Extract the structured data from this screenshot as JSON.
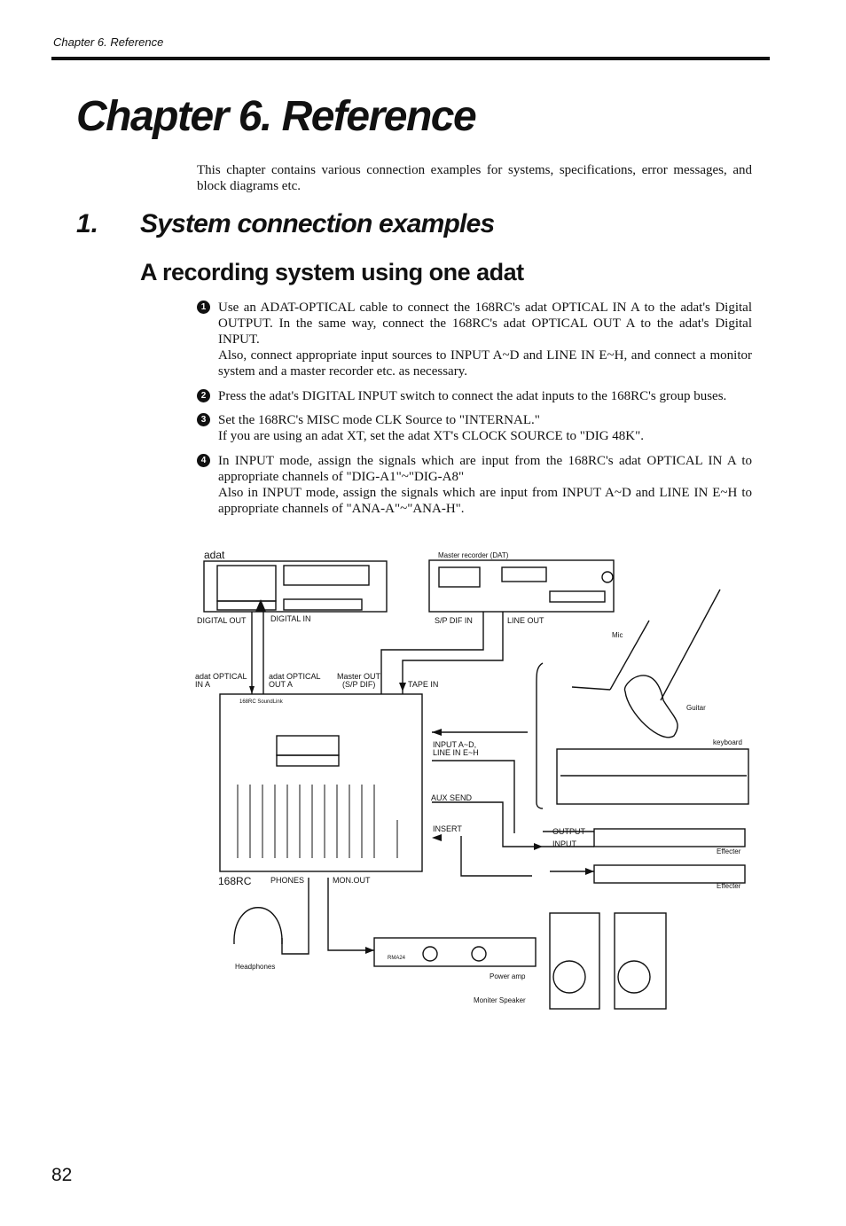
{
  "header": {
    "running_head": "Chapter 6. Reference"
  },
  "chapter_title": "Chapter 6. Reference",
  "intro": "This chapter contains various connection examples for systems, specifications, error messages, and block diagrams etc.",
  "section": {
    "number": "1.",
    "title": "System connection examples"
  },
  "subsection": {
    "title": "A recording system using one adat"
  },
  "steps": [
    {
      "marker": "1",
      "lines": [
        "Use an ADAT-OPTICAL cable to connect the 168RC's adat OPTICAL IN A to the adat's Digital OUTPUT. In the same way, connect the 168RC's adat OPTICAL OUT A to the adat's Digital INPUT.",
        "Also, connect appropriate input sources to INPUT A~D and LINE IN E~H, and connect a monitor system and a master recorder etc. as necessary."
      ]
    },
    {
      "marker": "2",
      "lines": [
        "Press the adat's DIGITAL INPUT switch to connect the adat inputs to the 168RC's group buses."
      ]
    },
    {
      "marker": "3",
      "lines": [
        "Set the 168RC's MISC mode CLK Source to \"INTERNAL.\"",
        "If you are using an adat XT, set the adat XT's CLOCK SOURCE to \"DIG 48K\"."
      ]
    },
    {
      "marker": "4",
      "lines": [
        "In INPUT mode, assign the signals which are input from the 168RC's adat OPTICAL IN A to appropriate channels of \"DIG-A1\"~\"DIG-A8\"",
        "Also in INPUT mode, assign the signals which are input from INPUT A~D and LINE IN E~H to appropriate channels of \"ANA-A\"~\"ANA-H\"."
      ]
    }
  ],
  "diagram": {
    "adat": "adat",
    "digital_out": "DIGITAL OUT",
    "digital_in": "DIGITAL IN",
    "master_recorder": "Master recorder  (DAT)",
    "spdif_in": "S/P DIF IN",
    "line_out": "LINE OUT",
    "adat_optical_in_1": "adat OPTICAL",
    "adat_optical_in_2": "IN A",
    "adat_optical_out_1": "adat OPTICAL",
    "adat_optical_out_2": "OUT A",
    "master_out_1": "Master OUT",
    "master_out_2": "(S/P DIF)",
    "tape_in": "TAPE IN",
    "mic": "Mic",
    "guitar": "Guitar",
    "keyboard": "keyboard",
    "input_ad_1": "INPUT A~D,",
    "input_ad_2": "LINE IN E~H",
    "aux_send": "AUX SEND",
    "insert": "INSERT",
    "output": "OUTPUT",
    "input": "INPUT",
    "effecter_1": "Effecter",
    "effecter_2": "Effecter",
    "mixer": "168RC",
    "phones": "PHONES",
    "mon_out": "MON.OUT",
    "headphones": "Headphones",
    "power_amp": "Power amp",
    "monitor_speaker": "Moniter Speaker",
    "mixer_logo": "168RC SoundLink",
    "amp_model": "RMA24"
  },
  "page_number": "82"
}
